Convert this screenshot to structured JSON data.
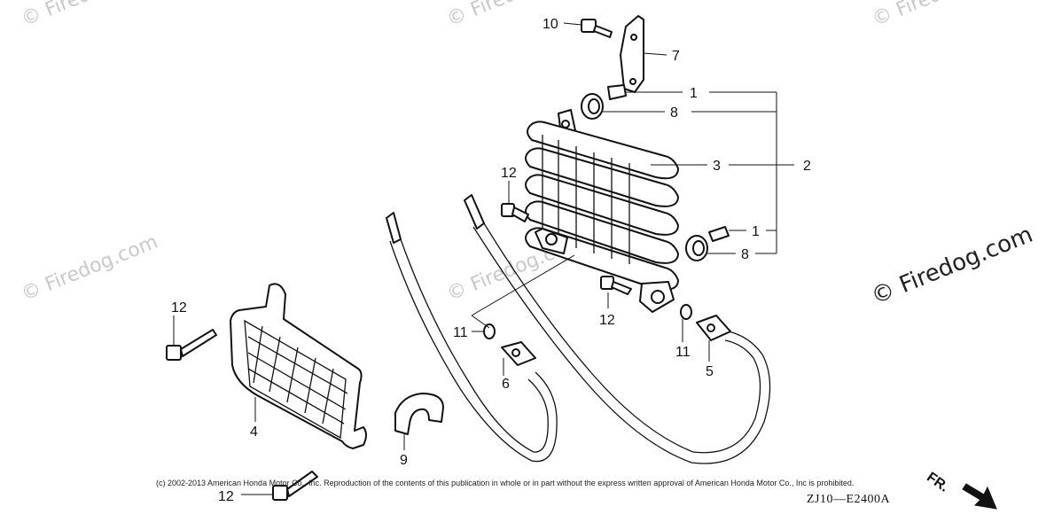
{
  "watermarks": {
    "small": "© Firedog.com",
    "large": "© Firedog.com"
  },
  "callouts": {
    "c10": "10",
    "c7": "7",
    "c1a": "1",
    "c8a": "8",
    "c3": "3",
    "c2": "2",
    "c1b": "1",
    "c8b": "8",
    "c12a": "12",
    "c12b": "12",
    "c12c": "12",
    "c12d": "12",
    "c11a": "11",
    "c11b": "11",
    "c6": "6",
    "c5": "5",
    "c4": "4",
    "c9": "9"
  },
  "copyright": "(c) 2002-2013 American Honda Motor Co., Inc. Reproduction of the contents of this publication in whole or in part without the express written approval of American Honda Motor Co., Inc is prohibited.",
  "diagram_code": "ZJ10—E2400A",
  "direction_label": "FR.",
  "colors": {
    "line": "#111111",
    "watermark": "#c9c9c9",
    "background": "#ffffff"
  }
}
